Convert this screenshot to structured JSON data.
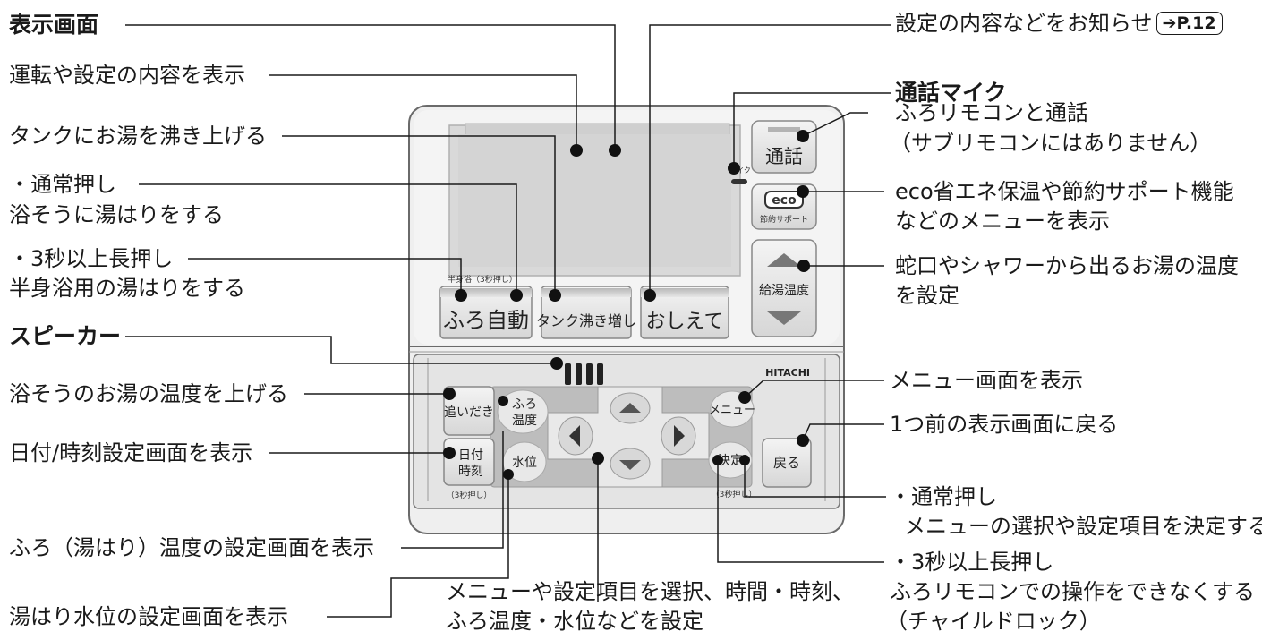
{
  "brand": "HITACHI",
  "colors": {
    "line": "#1a1a1a",
    "panel": "#ececec",
    "button": "#e4e4e4",
    "dpad_bg": "#b9b9b9",
    "dot": "#111111"
  },
  "labels_left": [
    {
      "id": "display",
      "text": "表示画面",
      "bold": true
    },
    {
      "id": "show-contents",
      "text": "運転や設定の内容を表示"
    },
    {
      "id": "tank-boil",
      "text": "タンクにお湯を沸き上げる"
    },
    {
      "id": "normal-press-1",
      "text": "・通常押し"
    },
    {
      "id": "fill-tub",
      "text": "浴そうに湯はりをする"
    },
    {
      "id": "long-press-1",
      "text": "・3秒以上長押し"
    },
    {
      "id": "half-bath",
      "text": "半身浴用の湯はりをする"
    },
    {
      "id": "speaker",
      "text": "スピーカー",
      "bold": true
    },
    {
      "id": "raise-temp",
      "text": "浴そうのお湯の温度を上げる"
    },
    {
      "id": "date-time",
      "text": "日付/時刻設定画面を表示"
    },
    {
      "id": "bath-temp",
      "text": "ふろ（湯はり）温度の設定画面を表示"
    },
    {
      "id": "water-level",
      "text": "湯はり水位の設定画面を表示"
    }
  ],
  "labels_right": [
    {
      "id": "notify",
      "text": "設定の内容などをお知らせ",
      "ref": "➔P.12"
    },
    {
      "id": "mic",
      "text": "通話マイク",
      "bold": true
    },
    {
      "id": "call-1",
      "text": "ふろリモコンと通話"
    },
    {
      "id": "call-2",
      "text": "（サブリモコンにはありません）"
    },
    {
      "id": "eco-1",
      "text": "eco省エネ保温や節約サポート機能"
    },
    {
      "id": "eco-2",
      "text": "などのメニューを表示"
    },
    {
      "id": "supply-1",
      "text": "蛇口やシャワーから出るお湯の温度"
    },
    {
      "id": "supply-2",
      "text": "を設定"
    },
    {
      "id": "menu",
      "text": "メニュー画面を表示"
    },
    {
      "id": "back",
      "text": "1つ前の表示画面に戻る"
    },
    {
      "id": "normal-press-2",
      "text": "・通常押し"
    },
    {
      "id": "decide",
      "text": "メニューの選択や設定項目を決定する"
    },
    {
      "id": "long-press-2",
      "text": "・3秒以上長押し"
    },
    {
      "id": "lock-1",
      "text": "ふろリモコンでの操作をできなくする"
    },
    {
      "id": "lock-2",
      "text": "（チャイルドロック）"
    }
  ],
  "labels_bottom": [
    {
      "id": "dpad-1",
      "text": "メニューや設定項目を選択、時間・時刻、"
    },
    {
      "id": "dpad-2",
      "text": "ふろ温度・水位などを設定"
    }
  ],
  "device": {
    "half_bath_note": "半身浴（3秒押し）",
    "mic_label": "マイク",
    "buttons": {
      "call": "通話",
      "eco": "eco",
      "eco_sub": "節約サポート",
      "supply_temp": "給湯温度",
      "furo_auto": "ふろ自動",
      "tank_boost": "タンク沸き増し",
      "oshiete": "おしえて",
      "oidaki": "追いだき",
      "furo_temp_1": "ふろ",
      "furo_temp_2": "温度",
      "date_1": "日付",
      "date_2": "時刻",
      "date_note": "（3秒押し）",
      "water_level": "水位",
      "menu": "メニュー",
      "decide": "決定",
      "decide_note": "（3秒押し）",
      "back": "戻る"
    }
  }
}
